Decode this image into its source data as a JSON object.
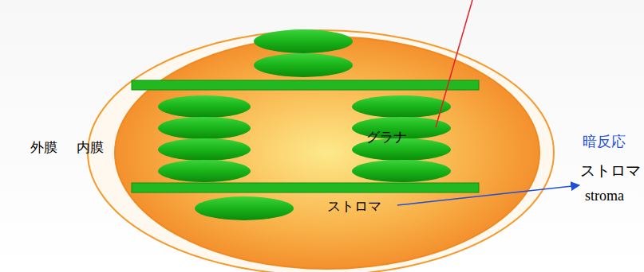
{
  "diagram": {
    "labels": [
      "外膜",
      "内膜",
      "グラナ",
      "暗反応",
      "ストロマ",
      "stroma",
      "ストロマ"
    ]
  }
}
